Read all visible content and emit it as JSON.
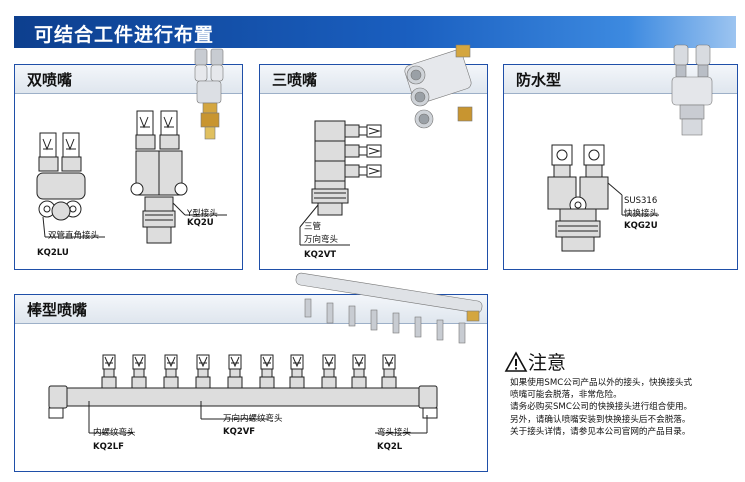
{
  "banner": {
    "title": "可结合工件进行布置"
  },
  "panels": {
    "double": {
      "title": "双喷嘴",
      "label_left": "双管直角接头",
      "code_left": "KQ2LU",
      "label_right": "Y型接头",
      "code_right": "KQ2U"
    },
    "triple": {
      "title": "三喷嘴",
      "label_line1": "三管",
      "label_line2": "万向弯头",
      "code": "KQ2VT"
    },
    "waterproof": {
      "title": "防水型",
      "label_line1": "SUS316",
      "label_line2": "快换接头",
      "code": "KQG2U"
    },
    "bar": {
      "title": "棒型喷嘴",
      "label_1": "内螺纹弯头",
      "code_1": "KQ2LF",
      "label_2": "万向内螺纹弯头",
      "code_2": "KQ2VF",
      "label_3": "弯头接头",
      "code_3": "KQ2L"
    }
  },
  "caution": {
    "title": "注意",
    "lines": [
      "如果使用SMC公司产品以外的接头，快换接头式",
      "喷嘴可能会脱落，非常危险。",
      "请务必购买SMC公司的快换接头进行组合使用。",
      "另外，请确认喷嘴安装到快换接头后不会脱落。",
      "关于接头详情，请参见本公司官网的产品目录。"
    ]
  },
  "colors": {
    "banner": "#1a5fc0",
    "panel_border": "#1f4fa8"
  }
}
